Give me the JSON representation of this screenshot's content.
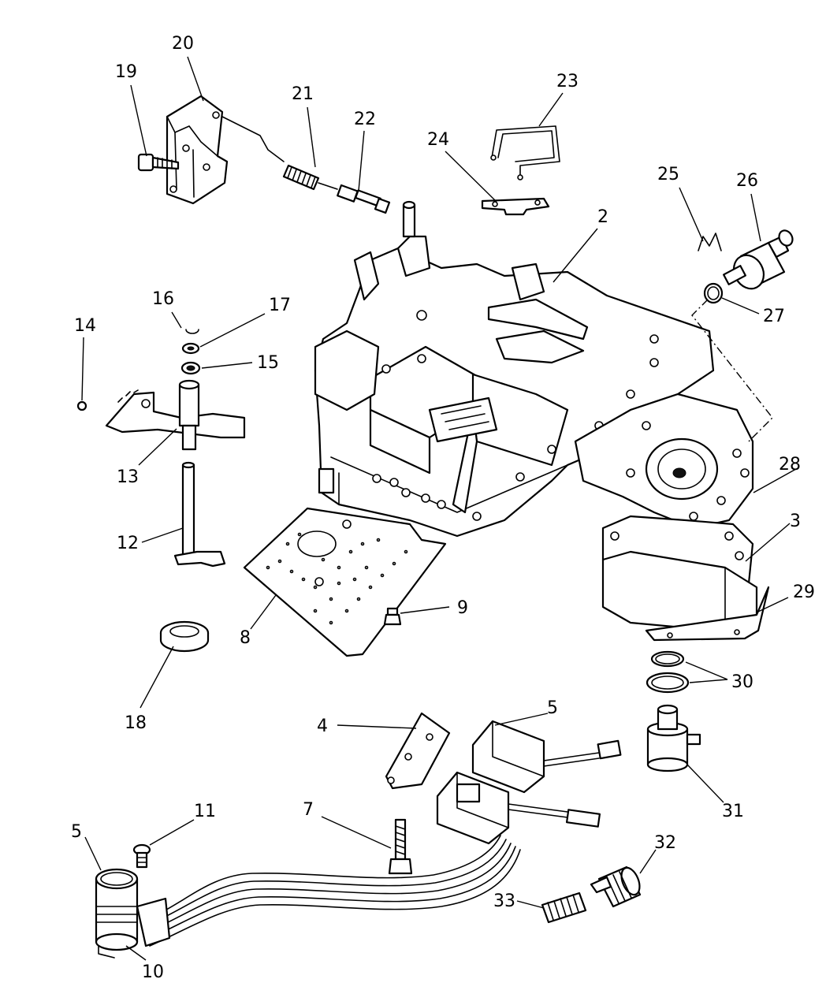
{
  "colors": {
    "line": "#000000",
    "background": "#ffffff"
  },
  "callouts": [
    {
      "id": "c20",
      "text": "20"
    },
    {
      "id": "c19",
      "text": "19"
    },
    {
      "id": "c21",
      "text": "21"
    },
    {
      "id": "c22",
      "text": "22"
    },
    {
      "id": "c23",
      "text": "23"
    },
    {
      "id": "c24",
      "text": "24"
    },
    {
      "id": "c2",
      "text": "2"
    },
    {
      "id": "c25",
      "text": "25"
    },
    {
      "id": "c26",
      "text": "26"
    },
    {
      "id": "c27",
      "text": "27"
    },
    {
      "id": "c16",
      "text": "16"
    },
    {
      "id": "c17",
      "text": "17"
    },
    {
      "id": "c14",
      "text": "14"
    },
    {
      "id": "c15",
      "text": "15"
    },
    {
      "id": "c13",
      "text": "13"
    },
    {
      "id": "c12",
      "text": "12"
    },
    {
      "id": "c28",
      "text": "28"
    },
    {
      "id": "c3",
      "text": "3"
    },
    {
      "id": "c29",
      "text": "29"
    },
    {
      "id": "c9",
      "text": "9"
    },
    {
      "id": "c8",
      "text": "8"
    },
    {
      "id": "c18",
      "text": "18"
    },
    {
      "id": "c30",
      "text": "30"
    },
    {
      "id": "c4",
      "text": "4"
    },
    {
      "id": "c5a",
      "text": "5"
    },
    {
      "id": "c31",
      "text": "31"
    },
    {
      "id": "c7",
      "text": "7"
    },
    {
      "id": "c11",
      "text": "11"
    },
    {
      "id": "c5b",
      "text": "5"
    },
    {
      "id": "c32",
      "text": "32"
    },
    {
      "id": "c33",
      "text": "33"
    },
    {
      "id": "c10",
      "text": "10"
    }
  ]
}
